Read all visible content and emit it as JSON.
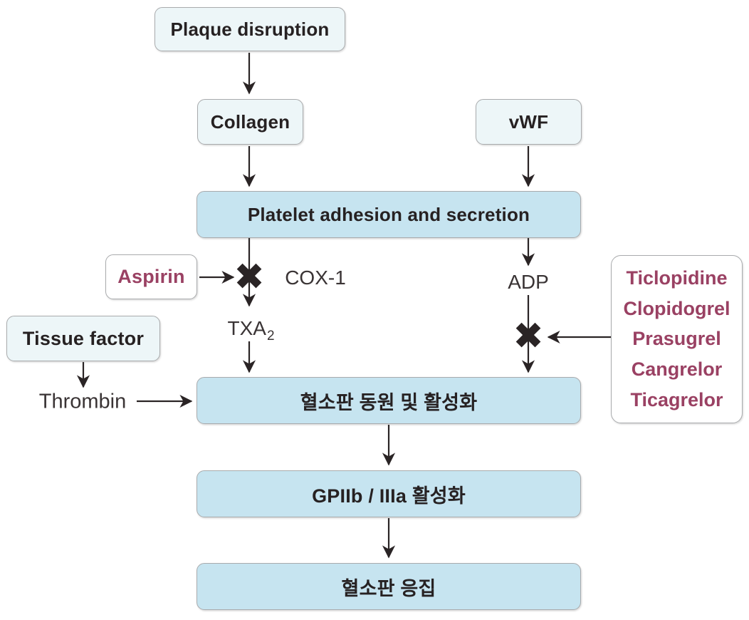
{
  "colors": {
    "box_blue_fill": "#c6e4f0",
    "box_light_fill": "#edf6f8",
    "box_border": "#a9abad",
    "drug_text": "#9a4163",
    "line_color": "#2a2425"
  },
  "icons": {
    "inhibit_x": "✖"
  },
  "nodes": {
    "plaque_disruption": "Plaque disruption",
    "collagen": "Collagen",
    "vwf": "vWF",
    "platelet_adhesion": "Platelet adhesion and secretion",
    "aspirin": "Aspirin",
    "cox1": "COX-1",
    "txa_base": "TXA",
    "txa_sub": "2",
    "adp": "ADP",
    "tissue_factor": "Tissue factor",
    "thrombin": "Thrombin",
    "platelet_recruitment": "혈소판 동원 및 활성화",
    "gpiib_iiia": "GPIIb / IIIa 활성화",
    "platelet_aggregation": "혈소판 응집"
  },
  "p2y12_inhibitors": [
    "Ticlopidine",
    "Clopidogrel",
    "Prasugrel",
    "Cangrelor",
    "Ticagrelor"
  ]
}
